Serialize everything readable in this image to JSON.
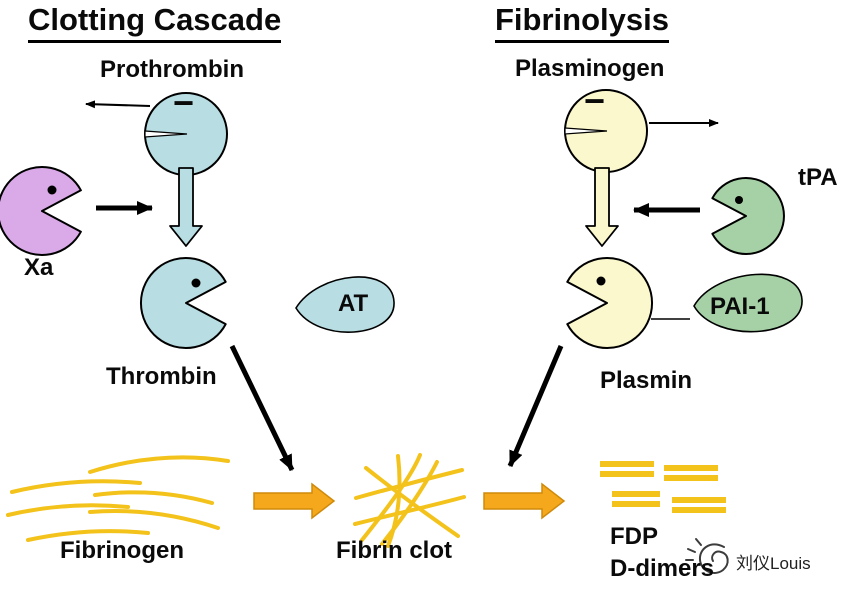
{
  "clotting": {
    "title": "Clotting Cascade",
    "zymogen_label": "Prothrombin",
    "activator_label": "Xa",
    "enzyme_label": "Thrombin",
    "inhibitor_label": "AT",
    "substrate_label": "Fibrinogen",
    "product_label": "Fibrin clot",
    "inactive_mark": "−"
  },
  "fibrinolysis": {
    "title": "Fibrinolysis",
    "zymogen_label": "Plasminogen",
    "activator_label": "tPA",
    "enzyme_label": "Plasmin",
    "inhibitor_label": "PAI-1",
    "product_label_line1": "FDP",
    "product_label_line2": "D-dimers",
    "inactive_mark": "−"
  },
  "watermark": {
    "text": "刘仪Louis"
  },
  "colors": {
    "teal": "#b8dde2",
    "pale_yellow": "#fbf8cd",
    "purple": "#d9a9e8",
    "green": "#a6d1a6",
    "orange_fill": "#f6a81c",
    "orange_stroke": "#cf8a0a",
    "strand_yellow": "#f3c21b",
    "black": "#000000"
  }
}
